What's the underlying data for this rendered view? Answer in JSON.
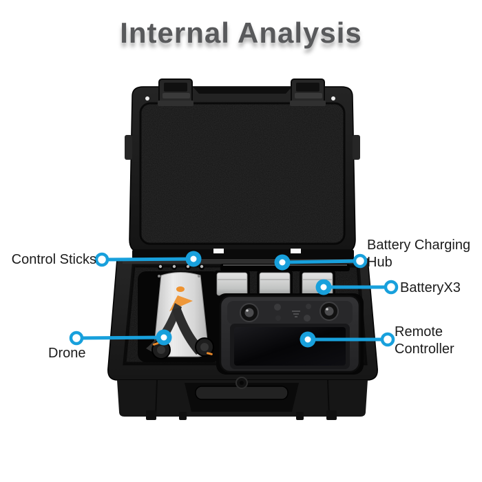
{
  "title": "Internal Analysis",
  "annotations": {
    "control_sticks": {
      "label": "Control Sticks"
    },
    "battery_charging_hub": {
      "label": "Battery Charging Hub"
    },
    "battery_x3": {
      "label": "BatteryX3"
    },
    "remote_controller": {
      "label": "Remote Controller"
    },
    "drone": {
      "label": "Drone"
    }
  },
  "scene": {
    "items": [
      "hard-shell-carrying-case",
      "case-lid-foam",
      "case-latches",
      "control-stick-tips-in-foam",
      "folded-drone",
      "battery-charging-hub-slot",
      "batteries-x3",
      "remote-controller-with-screen",
      "case-handle-and-feet"
    ]
  },
  "colors": {
    "accent_line": "#18a0dc",
    "title_gray": "#58595b",
    "label_text": "#1b1b1b",
    "case_black": "#1a1a1a",
    "foam_black": "#121212",
    "drone_body_gray": "#d9d9d9",
    "battery_gray": "#cccecd",
    "drone_accent_orange": "#ef9330",
    "background": "#ffffff"
  }
}
